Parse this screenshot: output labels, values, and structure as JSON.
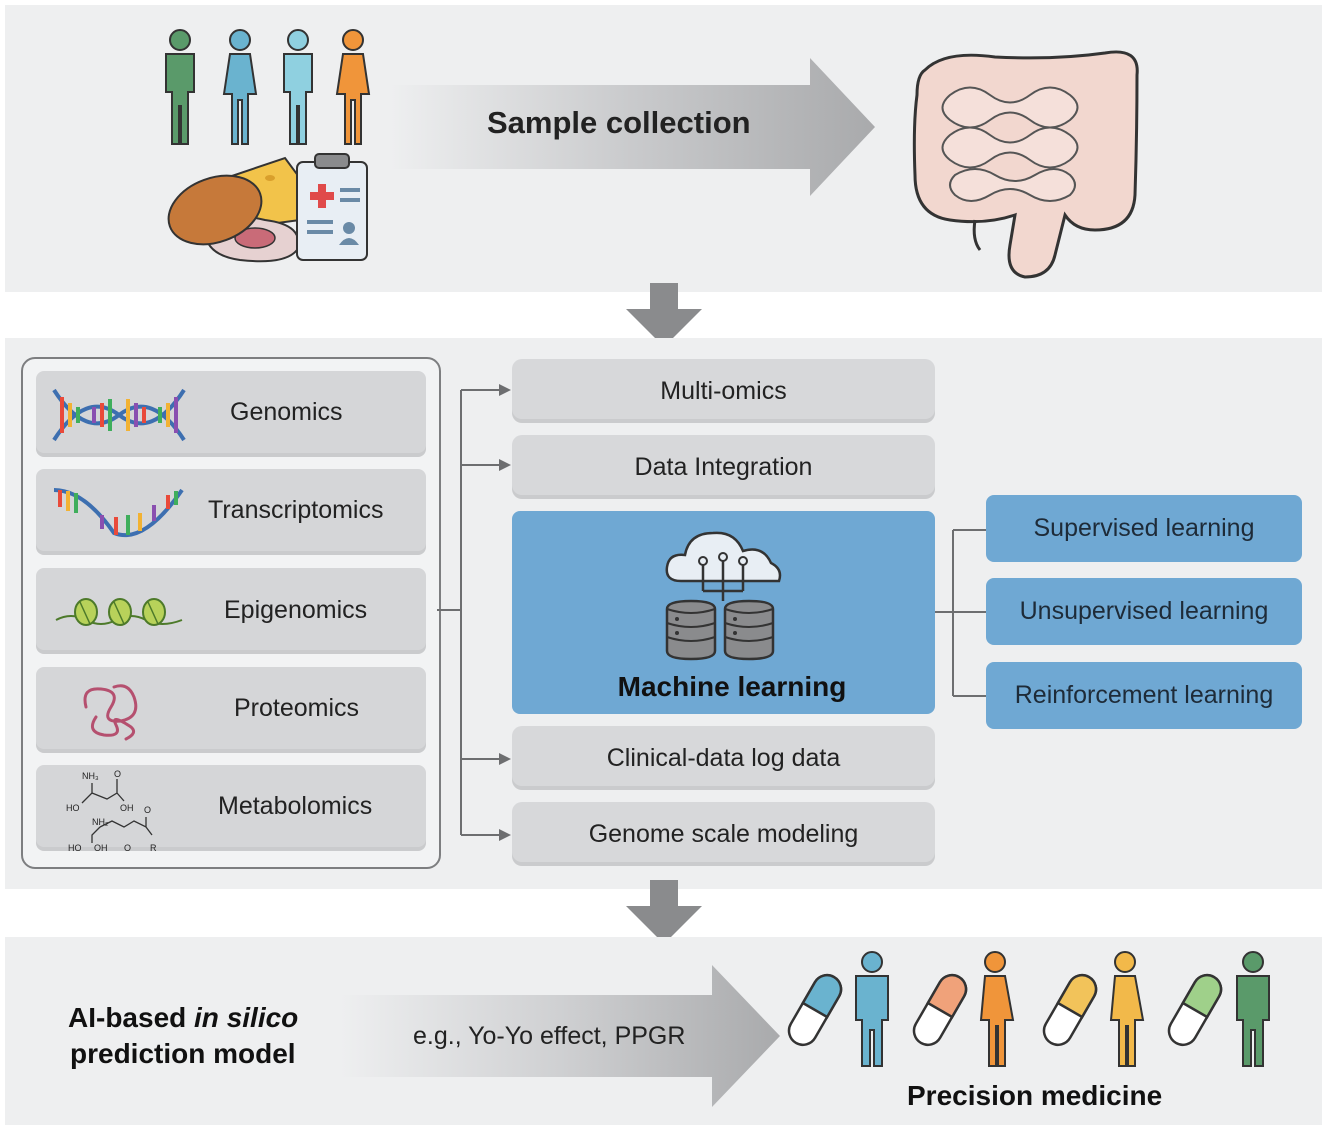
{
  "top": {
    "arrow_label": "Sample collection"
  },
  "omics": [
    {
      "label": "Genomics",
      "icon": "dna-double-helix-icon"
    },
    {
      "label": "Transcriptomics",
      "icon": "rna-strand-icon"
    },
    {
      "label": "Epigenomics",
      "icon": "nucleosome-icon"
    },
    {
      "label": "Proteomics",
      "icon": "protein-fold-icon"
    },
    {
      "label": "Metabolomics",
      "icon": "chemical-structure-icon"
    }
  ],
  "chem": {
    "nh3": "NH₃",
    "o": "O",
    "ho": "HO",
    "oh": "OH",
    "nh2": "NH₂",
    "o2": "O",
    "ho2": "HO",
    "oh2": "OH",
    "o3": "O",
    "r": "R"
  },
  "pipeline": {
    "multi_omics": "Multi-omics",
    "data_integration": "Data Integration",
    "machine_learning": "Machine learning",
    "clinical": "Clinical-data log data",
    "genome": "Genome scale modeling"
  },
  "learning": [
    "Supervised learning",
    "Unsupervised learning",
    "Reinforcement learning"
  ],
  "bottom": {
    "model_title_1": "AI-based ",
    "model_title_italic": "in silico",
    "model_title_2": "prediction model",
    "arrow_label": "e.g., Yo-Yo effect, PPGR",
    "result": "Precision medicine"
  },
  "colors": {
    "panel": "#eeeff0",
    "box": "#d7d8da",
    "ml_blue": "#6fa8d3",
    "arrow_gray": "#8a8b8d",
    "person_green": "#5a9a6a",
    "person_blue": "#6ab3cf",
    "person_orange": "#f0953a",
    "person_yellow": "#f2b94a"
  }
}
